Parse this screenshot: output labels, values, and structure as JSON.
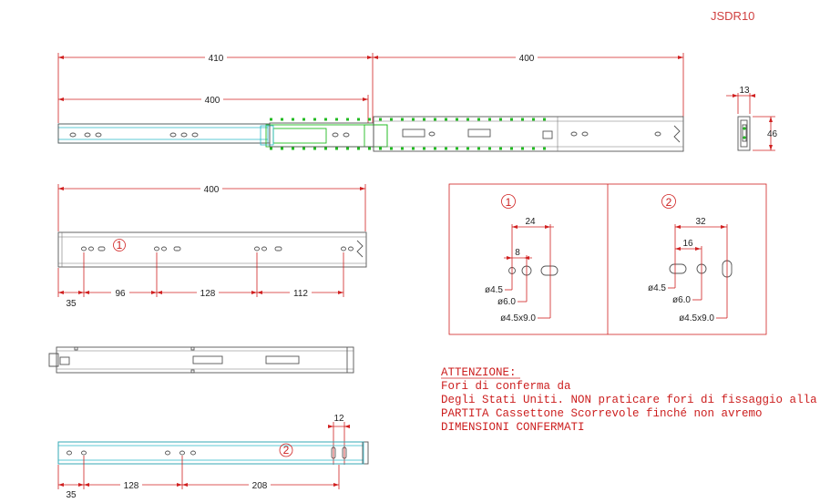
{
  "drawing": {
    "code": "JSDR10",
    "top_view": {
      "dim_total": "410",
      "dim_inner": "400",
      "dim_right": "400"
    },
    "end_view": {
      "dim_width": "13",
      "dim_height": "46"
    },
    "rail1": {
      "dim_total": "400",
      "dim_a": "35",
      "dim_b": "96",
      "dim_c": "128",
      "dim_d": "112",
      "marker": "1"
    },
    "rail3": {
      "dim_a": "35",
      "dim_b": "128",
      "dim_c": "208",
      "dim_slot": "12",
      "marker": "2"
    },
    "detail1": {
      "marker": "1",
      "dim_wide": "24",
      "dim_narrow": "8",
      "hole_a": "ø4.5",
      "hole_b": "ø6.0",
      "slot": "ø4.5x9.0"
    },
    "detail2": {
      "marker": "2",
      "dim_wide": "32",
      "dim_narrow": "16",
      "hole_a": "ø4.5",
      "hole_b": "ø6.0",
      "slot": "ø4.5x9.0"
    },
    "notice": {
      "heading": "ATTENZIONE:",
      "lines": [
        "Fori di conferma da",
        "Degli Stati Uniti. NON praticare fori di fissaggio alla",
        "PARTITA Cassettone Scorrevole finché non avremo",
        "DIMENSIONI CONFERMATI"
      ]
    }
  },
  "colors": {
    "dimension": "#d02020",
    "outline": "#555555",
    "extension": "#28b8c8",
    "ball_cage": "#22bb22"
  }
}
